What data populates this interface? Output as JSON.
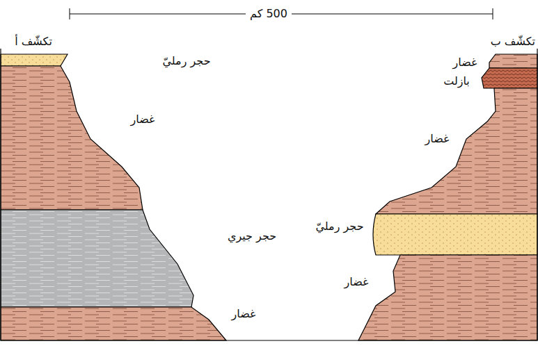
{
  "diagram": {
    "labels": [
      "500 كم",
      "تكشّف أ",
      "تكشّف ب",
      "حجر رمليّ",
      "غضار",
      "حجر جيري",
      "غضار",
      "غضار",
      "بازلت",
      "غضار",
      "حجر رمليّ",
      "غضار"
    ]
  }
}
